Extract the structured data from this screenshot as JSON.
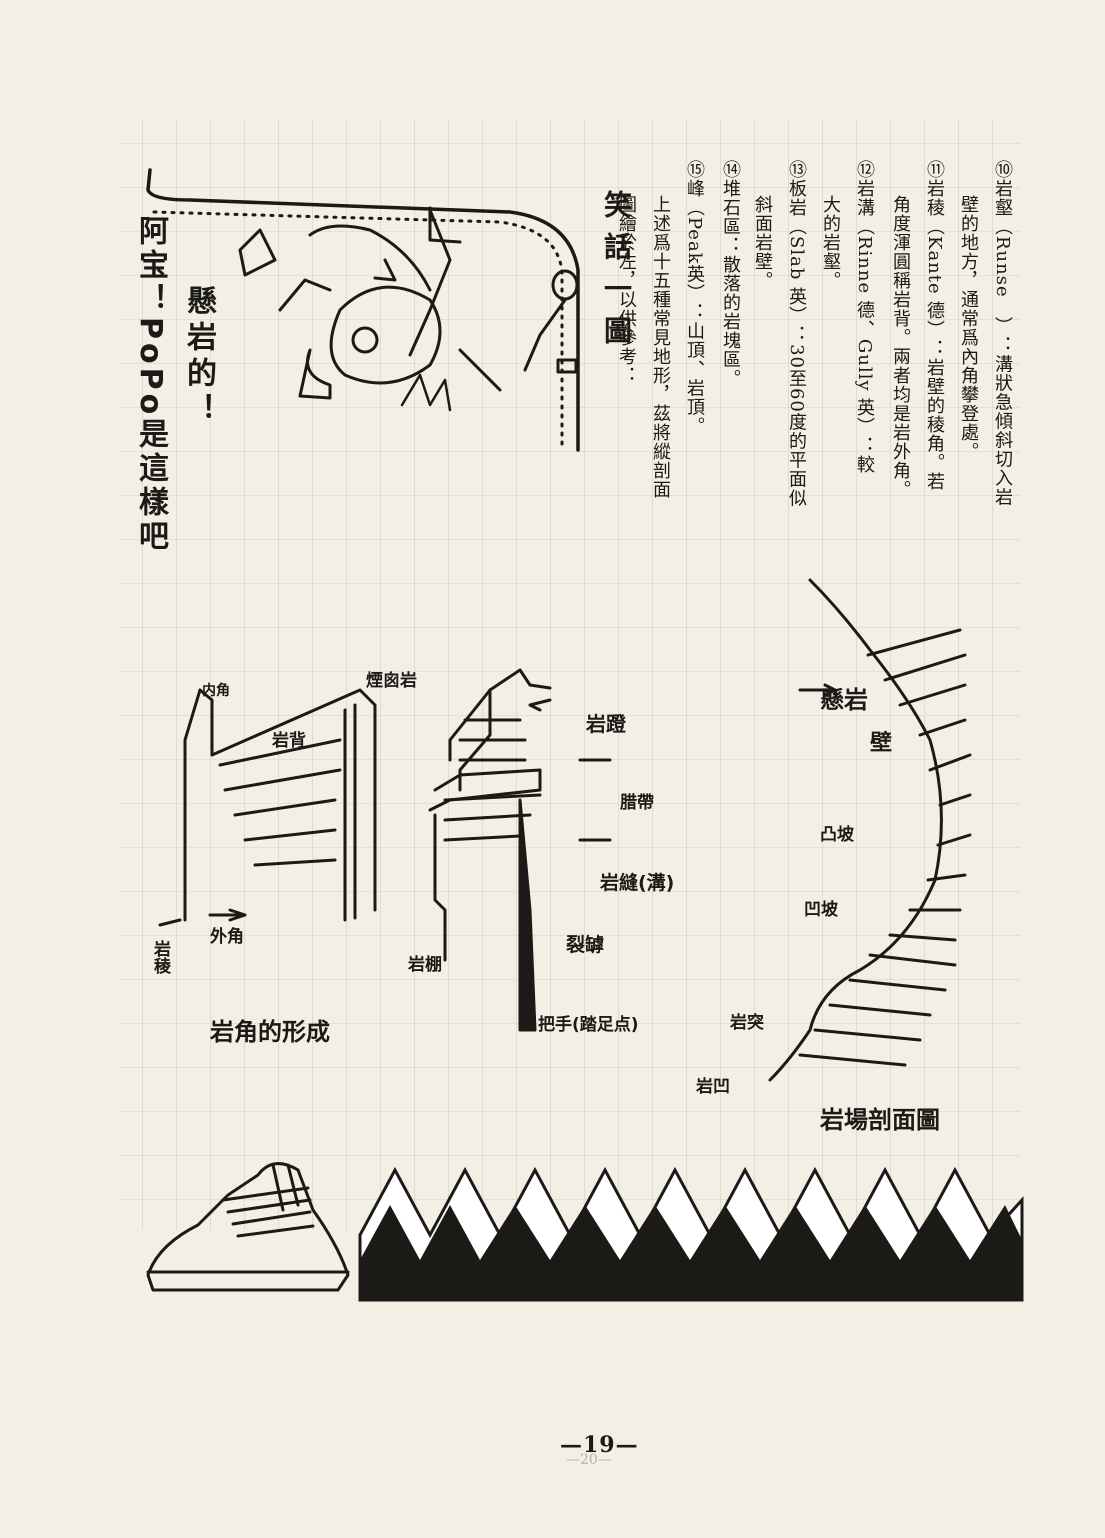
{
  "text_block": [
    "⑩岩壑（Runse　）：溝狀急傾斜切入岩",
    "壁的地方，通常爲內角攀登處。",
    "⑪岩稜（Kante 德）：岩壁的稜角。若",
    "角度渾圓稱岩背。兩者均是岩外角。",
    "⑫岩溝（Rinne 德、Gully 英）：較",
    "大的岩壑。",
    "⑬板岩（Slab 英）：30至60度的平面似",
    "斜面岩壁。",
    "⑭堆石區：散落的岩塊區。",
    "⑮峰（Peak英）：山頂、岩頂。",
    "上述爲十五種常見地形，茲將縱剖面",
    "圖繪於左，以供參考："
  ],
  "cartoon": {
    "title": "笑話一圖",
    "caption": "懸岩的！",
    "exclaim": "阿宝！PoPo是這樣吧"
  },
  "section_diagram": {
    "title": "岩場剖面圖",
    "labels": {
      "overhang": "懸岩",
      "wall": "壁",
      "convex": "凸坡",
      "concave": "凹坡",
      "protrusion": "岩突",
      "recess": "岩凹"
    }
  },
  "corner_diagram": {
    "title": "岩角的形成",
    "labels": {
      "inner_corner": "内角",
      "rock_back": "岩背",
      "chimney": "煙囪岩",
      "outer_corner": "外角",
      "arete": "岩稜"
    }
  },
  "ledge_diagram": {
    "labels": {
      "ledge": "岩蹬",
      "band": "腊帶",
      "seam": "岩縫(溝)",
      "crack": "裂罅",
      "terrace": "岩棚",
      "hold": "把手(踏足点)"
    }
  },
  "page": {
    "number": "—19—",
    "bleed_number": "—20—"
  }
}
